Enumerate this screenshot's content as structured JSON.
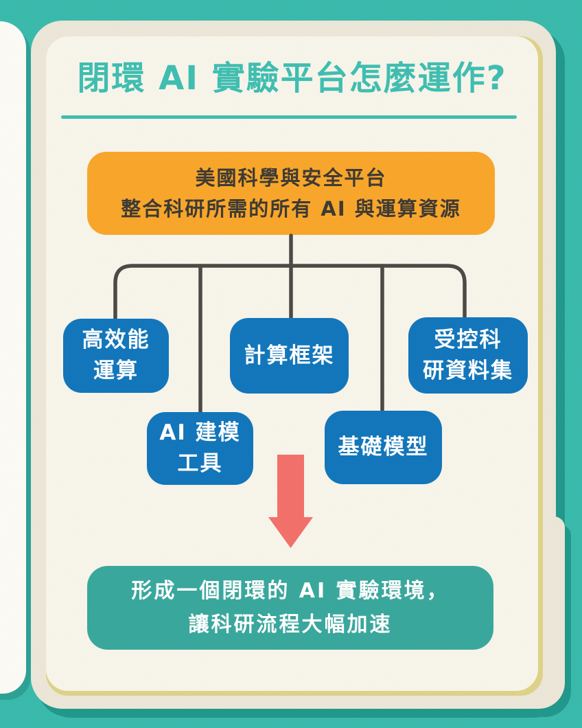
{
  "header": {
    "title": "閉環 AI 實驗平台怎麼運作?"
  },
  "diagram": {
    "root_box": {
      "line1": "美國科學與安全平台",
      "line2": "整合科研所需的所有 AI 與運算資源"
    },
    "nodes": [
      {
        "id": "high-performance-computing",
        "lines": [
          "高效能",
          "運算"
        ]
      },
      {
        "id": "compute-frameworks",
        "lines": [
          "計算框架"
        ]
      },
      {
        "id": "controlled-research-datasets",
        "lines": [
          "受控科",
          "研資料集"
        ]
      },
      {
        "id": "ai-modeling-tools",
        "lines": [
          "AI 建模",
          "工具"
        ]
      },
      {
        "id": "foundation-models",
        "lines": [
          "基礎模型"
        ]
      }
    ],
    "arrow_icon": "down-arrow",
    "result_box": {
      "line1": "形成一個閉環的 AI 實驗環境，",
      "line2": "讓科研流程大幅加速"
    }
  },
  "colors": {
    "background_teal": "#3ABBAD",
    "shadow_teal": "#21998C",
    "card_cream": "#ECE7D8",
    "page_white": "#F8F5EB",
    "page_edge_yellow": "#DFD389",
    "left_page_white": "#FCFBF6",
    "title_teal": "#3FBFB2",
    "root_box_orange": "#F9A72B",
    "root_box_text": "#3E3A34",
    "node_blue": "#1377BC",
    "node_text": "#FFFFFF",
    "connector_gray": "#4D4945",
    "arrow_red": "#F4716B",
    "result_box_teal": "#3AA89E"
  }
}
